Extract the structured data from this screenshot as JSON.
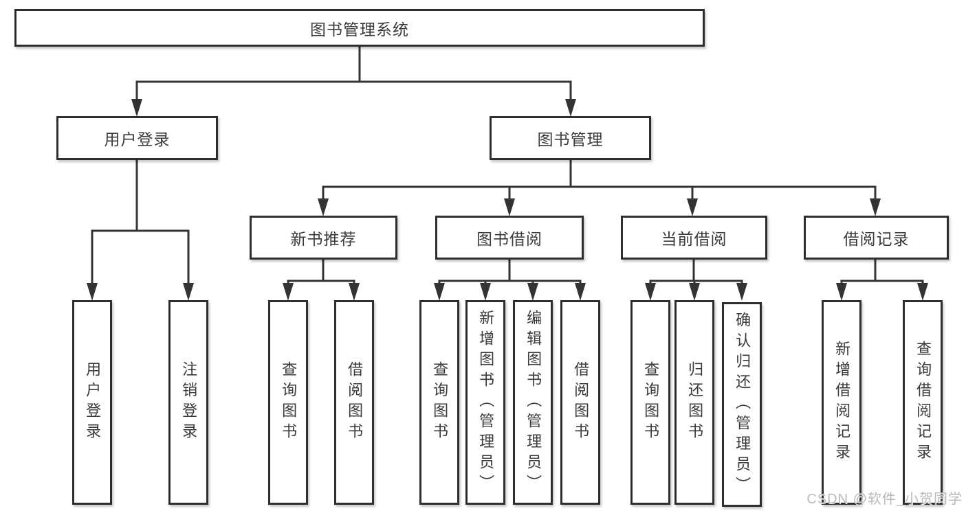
{
  "title": "图书管理系统",
  "level2": [
    {
      "label": "用户登录"
    },
    {
      "label": "图书管理"
    }
  ],
  "level3": [
    {
      "label": "新书推荐",
      "parent": "图书管理"
    },
    {
      "label": "图书借阅",
      "parent": "图书管理"
    },
    {
      "label": "当前借阅",
      "parent": "图书管理"
    },
    {
      "label": "借阅记录",
      "parent": "图书管理"
    }
  ],
  "leaves": [
    {
      "label": "用户登录",
      "parent": "用户登录"
    },
    {
      "label": "注销登录",
      "parent": "用户登录"
    },
    {
      "label": "查询图书",
      "parent": "新书推荐"
    },
    {
      "label": "借阅图书",
      "parent": "新书推荐"
    },
    {
      "label": "查询图书",
      "parent": "图书借阅"
    },
    {
      "label": "新增图书（管理员）",
      "parent": "图书借阅"
    },
    {
      "label": "编辑图书（管理员）",
      "parent": "图书借阅"
    },
    {
      "label": "借阅图书",
      "parent": "图书借阅"
    },
    {
      "label": "查询图书",
      "parent": "当前借阅"
    },
    {
      "label": "归还图书",
      "parent": "当前借阅"
    },
    {
      "label": "确认归还（管理员）",
      "parent": "当前借阅"
    },
    {
      "label": "新增借阅记录",
      "parent": "借阅记录"
    },
    {
      "label": "查询借阅记录",
      "parent": "借阅记录"
    }
  ],
  "watermark": "CSDN @软件_小贺同学",
  "colors": {
    "line": "#333333",
    "box_border": "#2e2e2e",
    "text": "#3a3a3a",
    "watermark": "#b9b9b9",
    "background": "#ffffff"
  }
}
